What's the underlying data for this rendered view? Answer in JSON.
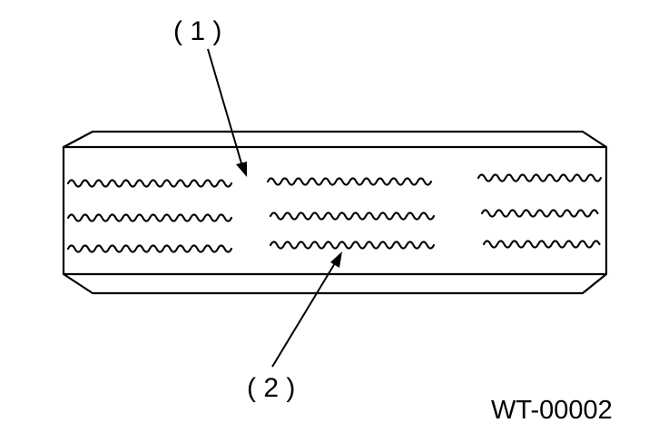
{
  "callouts": [
    {
      "id": "1",
      "label": "( 1 )"
    },
    {
      "id": "2",
      "label": "( 2 )"
    }
  ],
  "figure_id": "WT-00002",
  "colors": {
    "ink": "#000000",
    "background": "#ffffff"
  }
}
